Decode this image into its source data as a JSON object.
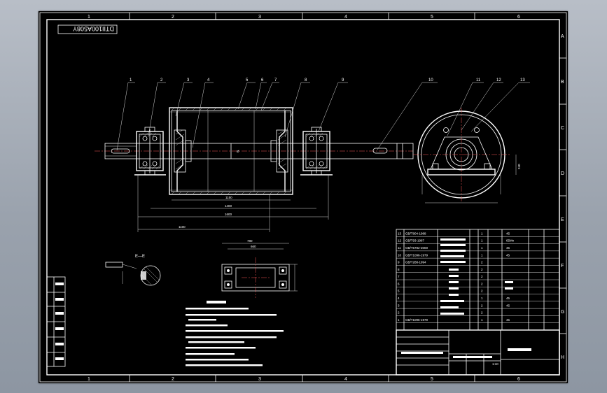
{
  "drawing_number": "DTII100A508Y",
  "border": {
    "columns": [
      "1",
      "2",
      "3",
      "4",
      "5",
      "6"
    ],
    "rows": [
      "A",
      "B",
      "C",
      "D",
      "E",
      "F",
      "G",
      "H"
    ]
  },
  "balloons": [
    "1",
    "2",
    "3",
    "4",
    "5",
    "6",
    "7",
    "8",
    "9",
    "10",
    "11",
    "12",
    "13"
  ],
  "dimensions": {
    "d_1150": "1150",
    "d_1400": "1400",
    "d_1600": "1600",
    "d_1100": "1100",
    "d_780": "780",
    "d_660": "660",
    "d_240": "240"
  },
  "section_label": "E—E",
  "bom_rows": [
    {
      "no": "13",
      "code": "GB/T804-1988",
      "qty": "1",
      "mass": "45"
    },
    {
      "no": "12",
      "code": "GB/T93-1987",
      "qty": "1",
      "mass": "65Mn"
    },
    {
      "no": "11",
      "code": "GB/T5782-2000",
      "qty": "1",
      "mass": "45"
    },
    {
      "no": "10",
      "code": "GB/T1096-1979",
      "qty": "1",
      "mass": "45"
    },
    {
      "no": "9",
      "code": "GB/T288-1994",
      "qty": "2",
      "mass": ""
    },
    {
      "no": "8",
      "code": "",
      "qty": "2",
      "mass": ""
    },
    {
      "no": "7",
      "code": "",
      "qty": "2",
      "mass": ""
    },
    {
      "no": "6",
      "code": "",
      "qty": "2",
      "mass": ""
    },
    {
      "no": "5",
      "code": "",
      "qty": "2",
      "mass": ""
    },
    {
      "no": "4",
      "code": "",
      "qty": "1",
      "mass": "45"
    },
    {
      "no": "3",
      "code": "",
      "qty": "2",
      "mass": "45"
    },
    {
      "no": "2",
      "code": "",
      "qty": "2",
      "mass": ""
    },
    {
      "no": "1",
      "code": "GB/T1096-1979",
      "qty": "1",
      "mass": "45"
    }
  ],
  "title_block": {
    "scale": "1:10"
  },
  "colors": {
    "background": "#000000",
    "line": "#ffffff",
    "center_line": "#ff5a5a",
    "frame_outside": "#9aa2ad"
  }
}
